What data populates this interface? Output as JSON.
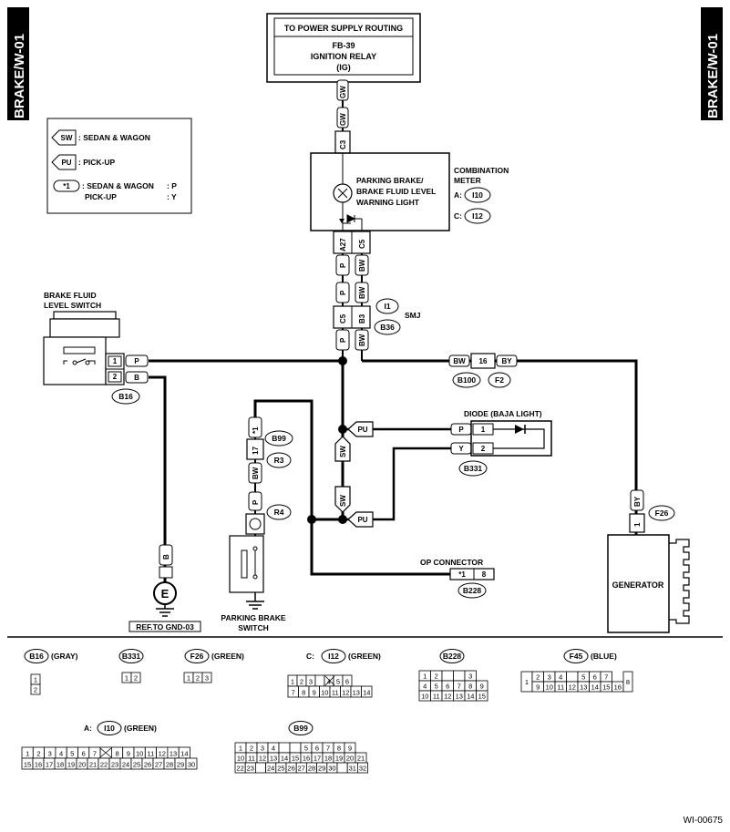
{
  "header": {
    "side_tag": "BRAKE/W-01",
    "power_box": [
      "TO POWER SUPPLY ROUTING",
      "FB-39",
      "IGNITION RELAY",
      "(IG)"
    ],
    "footer_id": "WI-00675"
  },
  "legend": {
    "sw_tag": "SW",
    "sw_text": ": SEDAN & WAGON",
    "pu_tag": "PU",
    "pu_text": ": PICK-UP",
    "star_tag": "*1",
    "star_line1": ": SEDAN & WAGON",
    "star_line1_val": ": P",
    "star_line2": "PICK-UP",
    "star_line2_val": ": Y"
  },
  "meter": {
    "label": [
      "COMBINATION",
      "METER"
    ],
    "a_prefix": "A:",
    "a_conn": "I10",
    "c_prefix": "C:",
    "c_conn": "I12",
    "lamp": [
      "PARKING BRAKE/",
      "BRAKE FLUID LEVEL",
      "WARNING LIGHT"
    ]
  },
  "wires": {
    "gw": "GW",
    "p": "P",
    "bw": "BW",
    "by": "BY",
    "b": "B",
    "y": "Y",
    "pu": "PU",
    "sw": "SW",
    "star": "*1"
  },
  "pins": {
    "c3": "C3",
    "a27": "A27",
    "c5": "C5",
    "b3": "B3",
    "p16": "16",
    "p1": "1",
    "p2": "2",
    "p17": "17",
    "p8": "8"
  },
  "components": {
    "fluid_switch": [
      "BRAKE FLUID",
      "LEVEL SWITCH"
    ],
    "smj": "SMJ",
    "diode": "DIODE (BAJA LIGHT)",
    "generator": "GENERATOR",
    "parking_switch": [
      "PARKING BRAKE",
      "SWITCH"
    ],
    "op_connector": "OP CONNECTOR",
    "ground_ref": "REF.TO GND-03",
    "ground_sym": "E"
  },
  "connectors": {
    "i1": "I1",
    "b36": "B36",
    "b16": "B16",
    "b100": "B100",
    "f2": "F2",
    "b99": "B99",
    "r3": "R3",
    "r4": "R4",
    "b331": "B331",
    "f26": "F26",
    "b228": "B228"
  },
  "bottom": {
    "b16": {
      "id": "B16",
      "color": "(GRAY)",
      "pins": [
        "1",
        "2"
      ]
    },
    "b331": {
      "id": "B331",
      "pins": [
        "1",
        "2"
      ]
    },
    "f26": {
      "id": "F26",
      "color": "(GREEN)",
      "pins": [
        "1",
        "2",
        "3"
      ]
    },
    "i12": {
      "prefix": "C:",
      "id": "I12",
      "color": "(GREEN)",
      "row1": [
        "1",
        "2",
        "3",
        "",
        "4",
        "5",
        "6"
      ],
      "row2": [
        "7",
        "8",
        "9",
        "10",
        "11",
        "12",
        "13",
        "14"
      ]
    },
    "b228": {
      "id": "B228",
      "row1": [
        "1",
        "2",
        "",
        "",
        "3"
      ],
      "row2": [
        "4",
        "5",
        "6",
        "7",
        "8",
        "9"
      ],
      "row3": [
        "10",
        "11",
        "12",
        "13",
        "14",
        "15"
      ]
    },
    "f45": {
      "id": "F45",
      "color": "(BLUE)",
      "left": "1",
      "right": "8",
      "row1": [
        "2",
        "3",
        "4",
        "",
        "5",
        "6",
        "7"
      ],
      "row2": [
        "9",
        "10",
        "11",
        "12",
        "13",
        "14",
        "15",
        "16"
      ]
    },
    "i10": {
      "prefix": "A:",
      "id": "I10",
      "color": "(GREEN)",
      "row1": [
        "1",
        "2",
        "3",
        "4",
        "5",
        "6",
        "7",
        "",
        "8",
        "9",
        "10",
        "11",
        "12",
        "13",
        "14"
      ],
      "row2": [
        "15",
        "16",
        "17",
        "18",
        "19",
        "20",
        "21",
        "22",
        "23",
        "24",
        "25",
        "26",
        "27",
        "28",
        "29",
        "30"
      ]
    },
    "b99": {
      "id": "B99",
      "row1": [
        "1",
        "2",
        "3",
        "4",
        "",
        "",
        "5",
        "6",
        "7",
        "8",
        "9"
      ],
      "row2": [
        "10",
        "11",
        "12",
        "13",
        "14",
        "15",
        "16",
        "17",
        "18",
        "19",
        "20",
        "21"
      ],
      "row3": [
        "22",
        "23",
        "",
        "24",
        "25",
        "26",
        "27",
        "28",
        "29",
        "30",
        "",
        "31",
        "32"
      ]
    }
  }
}
